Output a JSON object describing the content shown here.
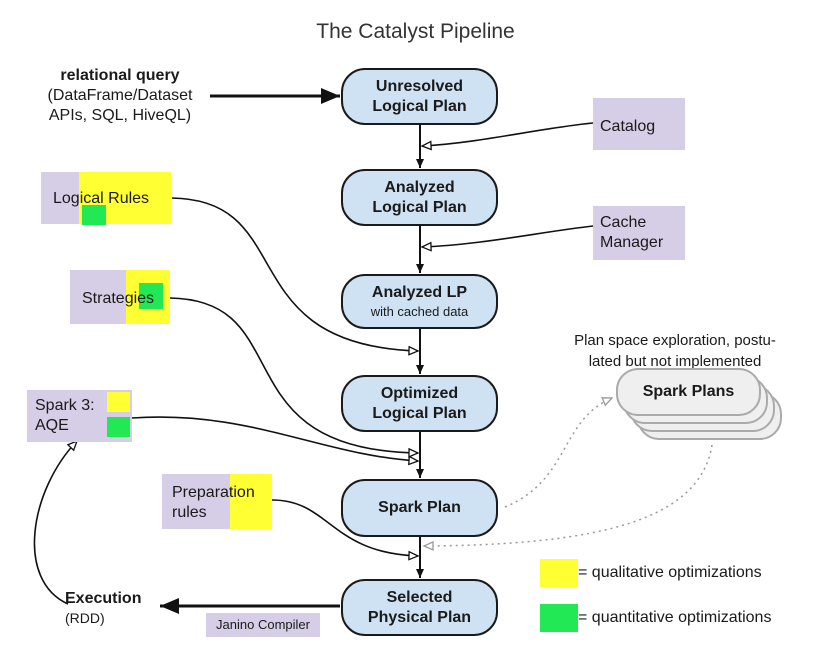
{
  "title": "The Catalyst Pipeline",
  "input": {
    "heading": "relational query",
    "line1": "(DataFrame/Dataset",
    "line2": "APIs, SQL, HiveQL)"
  },
  "nodes": {
    "unresolved": {
      "line1": "Unresolved",
      "line2": "Logical Plan"
    },
    "analyzed": {
      "line1": "Analyzed",
      "line2": "Logical Plan"
    },
    "analyzed_cached": {
      "line1": "Analyzed LP",
      "line2": "with cached data"
    },
    "optimized": {
      "line1": "Optimized",
      "line2": "Logical Plan"
    },
    "spark_plan": {
      "line1": "Spark Plan"
    },
    "selected": {
      "line1": "Selected",
      "line2": "Physical Plan"
    }
  },
  "side_inputs": {
    "catalog": "Catalog",
    "cache_manager": {
      "line1": "Cache",
      "line2": "Manager"
    }
  },
  "rule_boxes": {
    "logical_rules": "Logical Rules",
    "strategies": "Strategies",
    "aqe": {
      "line1": "Spark 3:",
      "line2": "AQE"
    },
    "preparation": {
      "line1": "Preparation",
      "line2": "rules"
    }
  },
  "spark_plans": {
    "label": "Spark Plans",
    "note_line1": "Plan space exploration, postu-",
    "note_line2": "lated but not implemented"
  },
  "execution": {
    "heading": "Execution",
    "sub": "(RDD)"
  },
  "compiler": "Janino Compiler",
  "legend": {
    "qualitative": "= qualitative optimizations",
    "quantitative": "= quantitative optimizations"
  },
  "colors": {
    "node_fill": "#cfe2f3",
    "lavender": "#d6cde6",
    "qualitative": "#ffff33",
    "quantitative": "#22e855"
  }
}
